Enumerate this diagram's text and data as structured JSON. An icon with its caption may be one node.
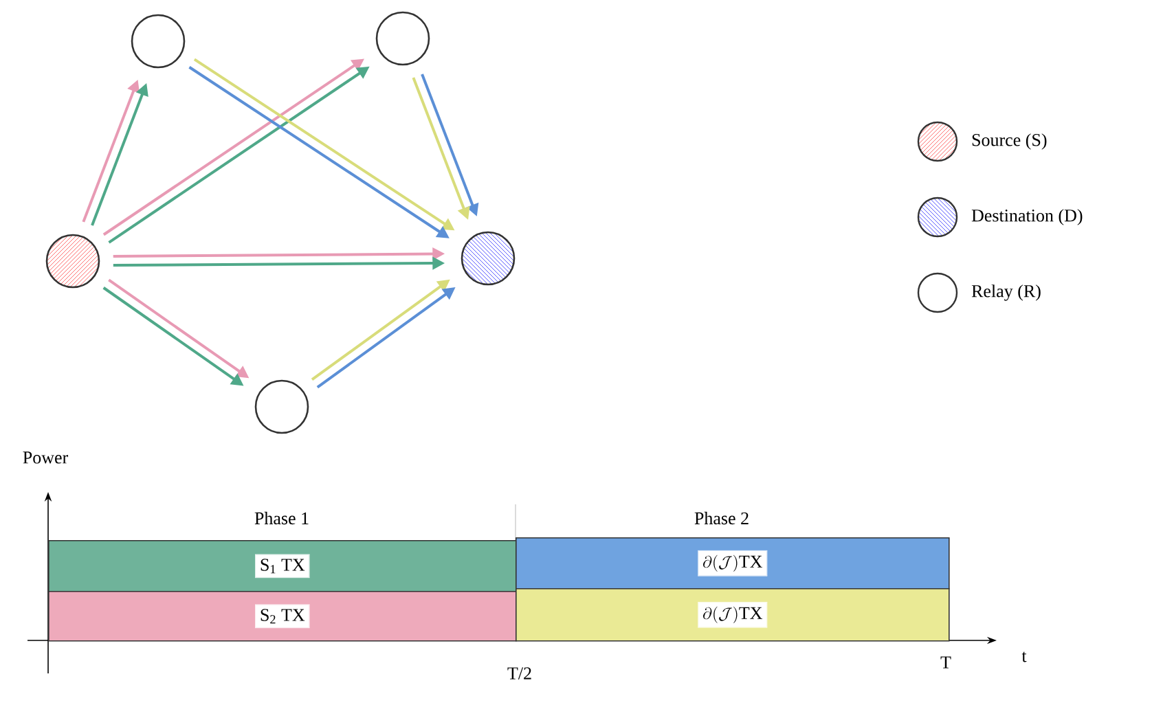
{
  "diagram": {
    "nodes": [
      {
        "text": [],
        "shape": "circle"
      },
      {
        "text": [],
        "shape": "circle"
      },
      {
        "text": [],
        "shape": "circle"
      },
      {
        "text": [],
        "shape": "circle"
      },
      {
        "text": [],
        "shape": "circle"
      },
      {
        "text": [
          "S$_{1}$ TX"
        ]
      },
      {
        "text": [
          "S$_{2}$ TX"
        ]
      },
      {
        "text": [
          "\\partial(\\mathcal{J})\\mathrm{TX}"
        ]
      },
      {
        "text": [
          "\\partial(\\mathcal{J})\\mathrm{TX}"
        ]
      }
    ],
    "edges": [
      {
        "from": 2,
        "to": 0,
        "arrow": "to",
        "color": "#e89ab4"
      },
      {
        "from": 2,
        "to": 0,
        "arrow": "to",
        "color": "#4fa889"
      },
      {
        "from": 2,
        "to": 1,
        "arrow": "to",
        "color": "#e89ab4"
      },
      {
        "from": 2,
        "to": 1,
        "arrow": "to",
        "color": "#4fa889"
      },
      {
        "from": 2,
        "to": 3,
        "arrow": "to",
        "color": "#e89ab4"
      },
      {
        "from": 2,
        "to": 3,
        "arrow": "to",
        "color": "#4fa889"
      },
      {
        "from": 2,
        "to": 4,
        "arrow": "to",
        "color": "#e89ab4"
      },
      {
        "from": 2,
        "to": 4,
        "arrow": "to",
        "color": "#4fa889"
      },
      {
        "from": 0,
        "to": 3,
        "arrow": "to",
        "color": "#d8dc7a"
      },
      {
        "from": 0,
        "to": 3,
        "arrow": "to",
        "color": "#5b8fd6"
      },
      {
        "from": 1,
        "to": 3,
        "arrow": "to",
        "color": "#5b8fd6"
      },
      {
        "from": 1,
        "to": 3,
        "arrow": "to",
        "color": "#d8dc7a"
      },
      {
        "from": 4,
        "to": 3,
        "arrow": "to",
        "color": "#d8dc7a"
      },
      {
        "from": 4,
        "to": 3,
        "arrow": "to",
        "color": "#5b8fd6"
      }
    ],
    "labels": [
      "Power",
      "Phase 1",
      "Phase 2",
      "t",
      "T/2",
      "T"
    ],
    "legend": [
      {
        "text": "Source (S)"
      },
      {
        "text": "Destination (D)"
      },
      {
        "text": "Relay (R)"
      }
    ]
  }
}
